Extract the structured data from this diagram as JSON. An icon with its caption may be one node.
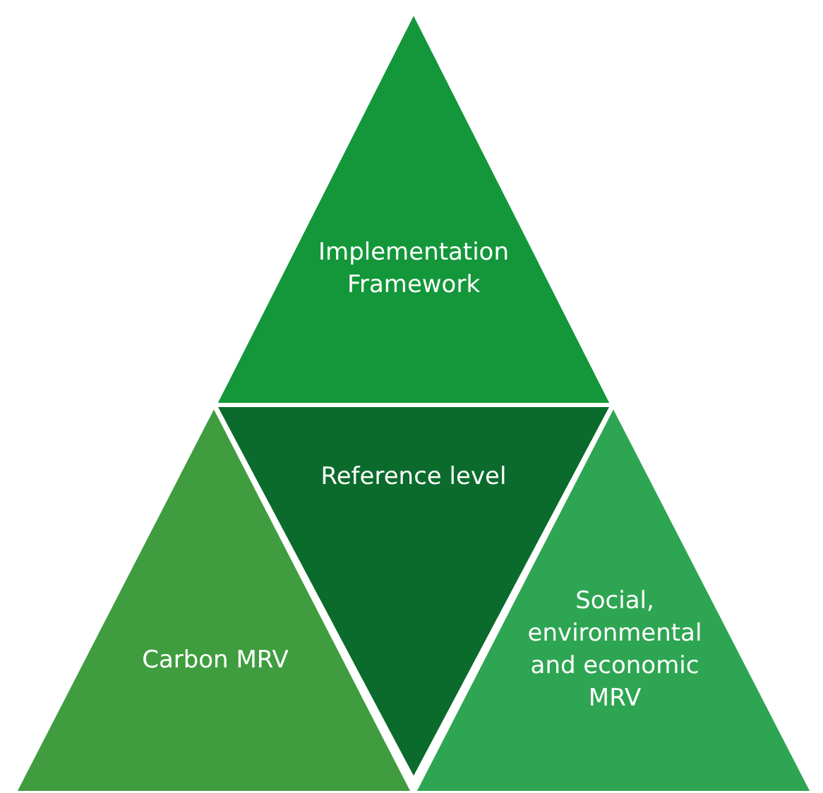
{
  "diagram": {
    "nodes": [
      {
        "text": [
          "Implementation Framework"
        ]
      },
      {
        "text": [
          "Reference level"
        ]
      },
      {
        "text": [
          "Carbon MRV"
        ]
      },
      {
        "text": [
          "Social, environmental and economic MRV"
        ]
      }
    ]
  }
}
